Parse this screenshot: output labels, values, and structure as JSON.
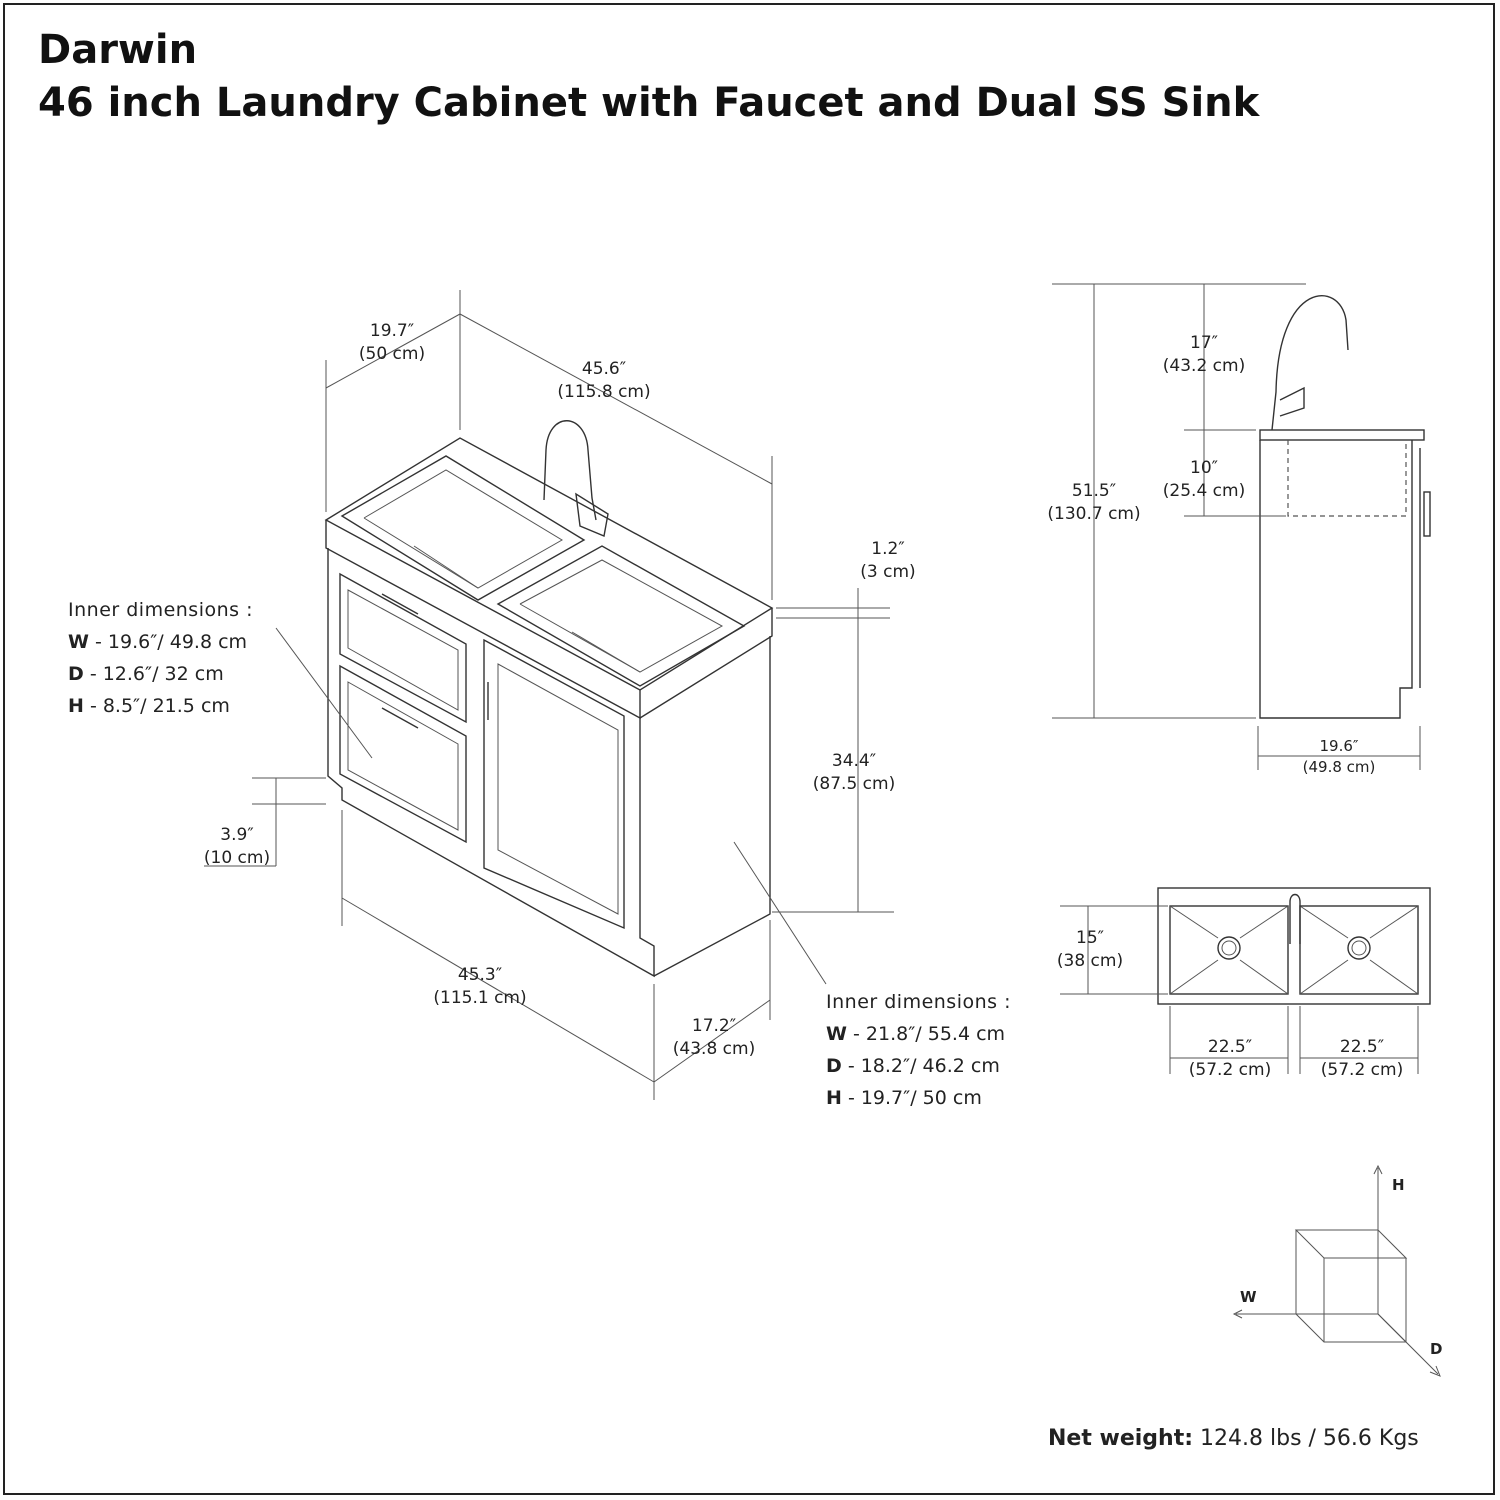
{
  "header": {
    "brand": "Darwin",
    "model": "46 inch Laundry Cabinet with Faucet and Dual SS Sink"
  },
  "dimensions": {
    "depth_top": {
      "imperial": "19.7″",
      "metric": "(50 cm)"
    },
    "width_top": {
      "imperial": "45.6″",
      "metric": "(115.8 cm)"
    },
    "countertop_thickness": {
      "imperial": "1.2″",
      "metric": "(3 cm)"
    },
    "cabinet_height": {
      "imperial": "34.4″",
      "metric": "(87.5 cm)"
    },
    "toe_kick": {
      "imperial": "3.9″",
      "metric": "(10 cm)"
    },
    "width_base": {
      "imperial": "45.3″",
      "metric": "(115.1 cm)"
    },
    "depth_base": {
      "imperial": "17.2″",
      "metric": "(43.8 cm)"
    },
    "total_height": {
      "imperial": "51.5″",
      "metric": "(130.7 cm)"
    },
    "faucet_height": {
      "imperial": "17″",
      "metric": "(43.2 cm)"
    },
    "sink_depth": {
      "imperial": "10″",
      "metric": "(25.4 cm)"
    },
    "side_depth": {
      "imperial": "19.6″",
      "metric": "(49.8 cm)"
    },
    "basin_front_back": {
      "imperial": "15″",
      "metric": "(38 cm)"
    },
    "basin_left_width": {
      "imperial": "22.5″",
      "metric": "(57.2 cm)"
    },
    "basin_right_width": {
      "imperial": "22.5″",
      "metric": "(57.2 cm)"
    }
  },
  "drawer_inner": {
    "heading": "Inner dimensions  :",
    "w_key": "W",
    "w_val": " - 19.6″/ 49.8 cm",
    "d_key": "D",
    "d_val": " - 12.6″/ 32 cm",
    "h_key": "H",
    "h_val": " - 8.5″/ 21.5 cm"
  },
  "cabinet_inner": {
    "heading": "Inner dimensions  :",
    "w_key": "W",
    "w_val": " - 21.8″/ 55.4 cm",
    "d_key": "D",
    "d_val": " - 18.2″/ 46.2 cm",
    "h_key": "H",
    "h_val": " - 19.7″/ 50 cm"
  },
  "axes": {
    "h": "H",
    "w": "W",
    "d": "D"
  },
  "net_weight": {
    "label": "Net weight:",
    "value": " 124.8 lbs / 56.6 Kgs"
  }
}
